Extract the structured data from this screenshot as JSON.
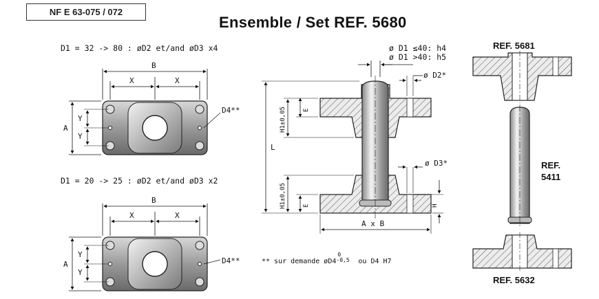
{
  "header": {
    "standard": "NF E 63-075 / 072",
    "title": "Ensemble / Set REF. 5680"
  },
  "top_view_1": {
    "caption": "D1 = 32 -> 80 : øD2 et/and øD3 x4",
    "dim_b": "B",
    "dim_x_left": "X",
    "dim_x_right": "X",
    "dim_a": "A",
    "dim_y_top": "Y",
    "dim_y_bottom": "Y",
    "label_d4": "D4**"
  },
  "top_view_2": {
    "caption": "D1 = 20 -> 25 : øD2 et/and øD3 x2",
    "dim_b": "B",
    "dim_x_left": "X",
    "dim_x_right": "X",
    "dim_a": "A",
    "dim_y_top": "Y",
    "dim_y_bottom": "Y",
    "label_d4": "D4**"
  },
  "section_view": {
    "tol_line1": "ø D1 ≤40: h4",
    "tol_line2": "ø D1 >40: h5",
    "label_d2": "ø D2*",
    "label_d3": "ø D3*",
    "label_l": "L",
    "label_e_top": "E",
    "label_e_bottom": "E",
    "label_h1_top": "H1±0,05",
    "label_h1_bottom": "H1±0,05",
    "label_h": "H",
    "label_axb": "A x B"
  },
  "note": {
    "text": "** sur demande øD4",
    "tol_upper": "0",
    "tol_lower": "-0,5",
    "suffix": "ou D4 H7"
  },
  "parts": {
    "ref_top": "REF. 5681",
    "ref_pin_line1": "REF.",
    "ref_pin_line2": "5411",
    "ref_bottom": "REF. 5632"
  }
}
